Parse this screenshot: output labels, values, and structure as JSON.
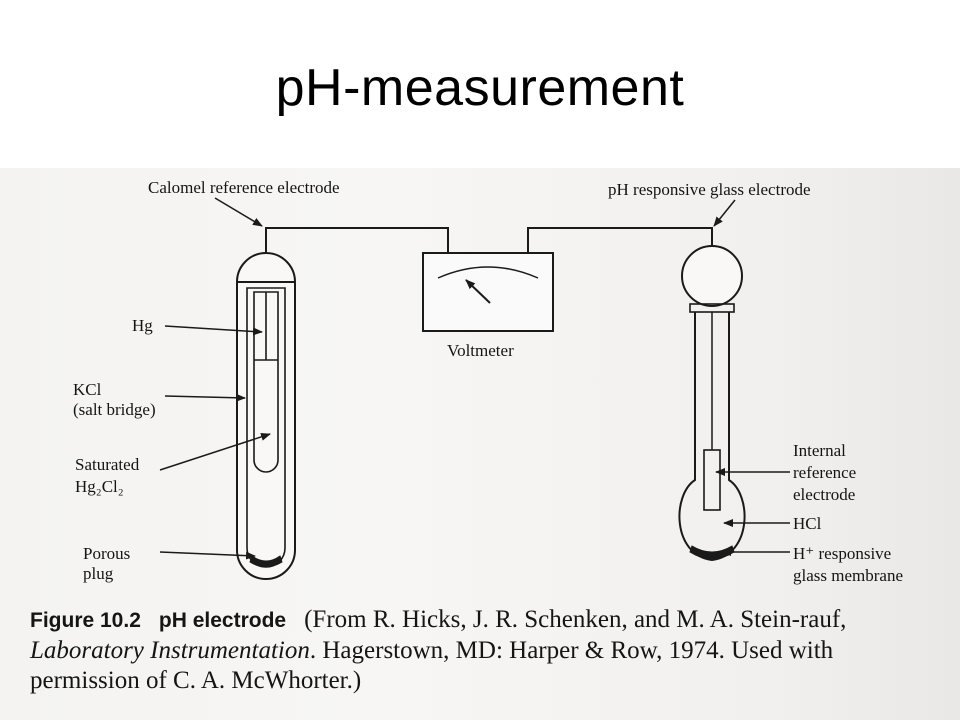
{
  "slide": {
    "title": "pH-measurement"
  },
  "diagram": {
    "calomel_label": "Calomel reference electrode",
    "glass_label": "pH responsive glass electrode",
    "voltmeter_label": "Voltmeter",
    "hg_label": "Hg",
    "kcl_label_line1": "KCl",
    "kcl_label_line2": "(salt bridge)",
    "saturated_label_line1": "Saturated",
    "saturated_label_line2": "Hg₂Cl₂",
    "porous_label_line1": "Porous",
    "porous_label_line2": "plug",
    "internal_label_line1": "Internal",
    "internal_label_line2": "reference",
    "internal_label_line3": "electrode",
    "hcl_label": "HCl",
    "membrane_label_line1": "H⁺ responsive",
    "membrane_label_line2": "glass membrane"
  },
  "caption": {
    "figure_label": "Figure 10.2",
    "figure_name": "pH electrode",
    "text_part1": "(From R. Hicks, J. R. Schenken, and M. A. Stein-rauf, ",
    "book_title": "Laboratory Instrumentation",
    "text_part2": ". Hagerstown, MD: Harper & Row, 1974. Used with permission of C. A. McWhorter.)"
  }
}
